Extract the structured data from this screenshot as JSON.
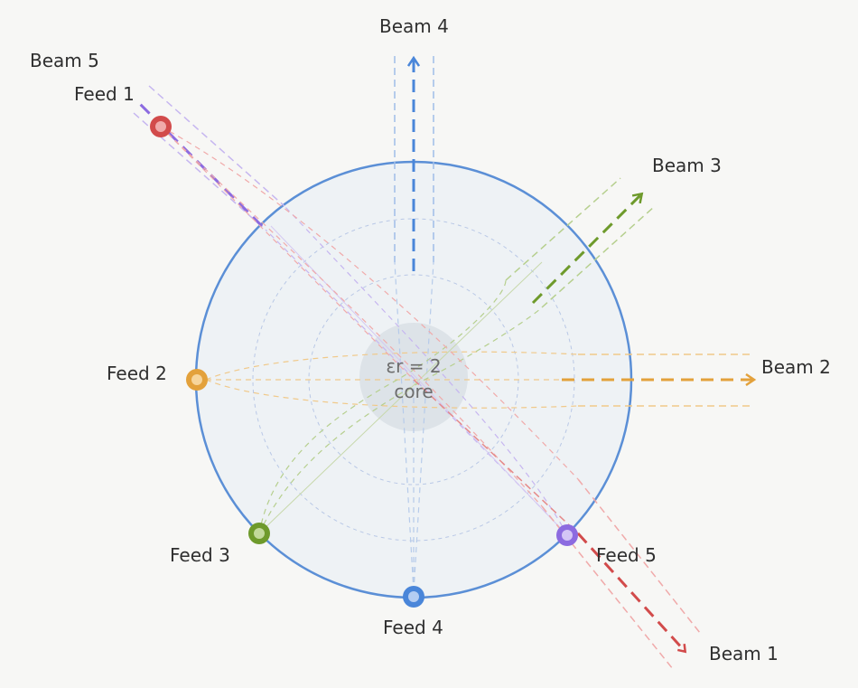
{
  "diagram": {
    "core": {
      "line1": "εr = 2",
      "line2": "core"
    },
    "feeds": [
      {
        "id": "feed1",
        "label": "Feed 1",
        "color": "#d24b4b"
      },
      {
        "id": "feed2",
        "label": "Feed 2",
        "color": "#e3a13b"
      },
      {
        "id": "feed3",
        "label": "Feed 3",
        "color": "#6e9a2b"
      },
      {
        "id": "feed4",
        "label": "Feed 4",
        "color": "#4a86d9"
      },
      {
        "id": "feed5",
        "label": "Feed 5",
        "color": "#8c6be0"
      }
    ],
    "beams": [
      {
        "id": "beam1",
        "label": "Beam 1",
        "color": "#d24b4b"
      },
      {
        "id": "beam2",
        "label": "Beam 2",
        "color": "#e3a13b"
      },
      {
        "id": "beam3",
        "label": "Beam 3",
        "color": "#6e9a2b"
      },
      {
        "id": "beam4",
        "label": "Beam 4",
        "color": "#4a86d9"
      },
      {
        "id": "beam5",
        "label": "Beam 5",
        "color": "#8c6be0"
      }
    ],
    "colors": {
      "lens_outline": "#5b8fd6",
      "lens_fill": "#eef2f5",
      "core_fill": "#dde3e8"
    }
  }
}
